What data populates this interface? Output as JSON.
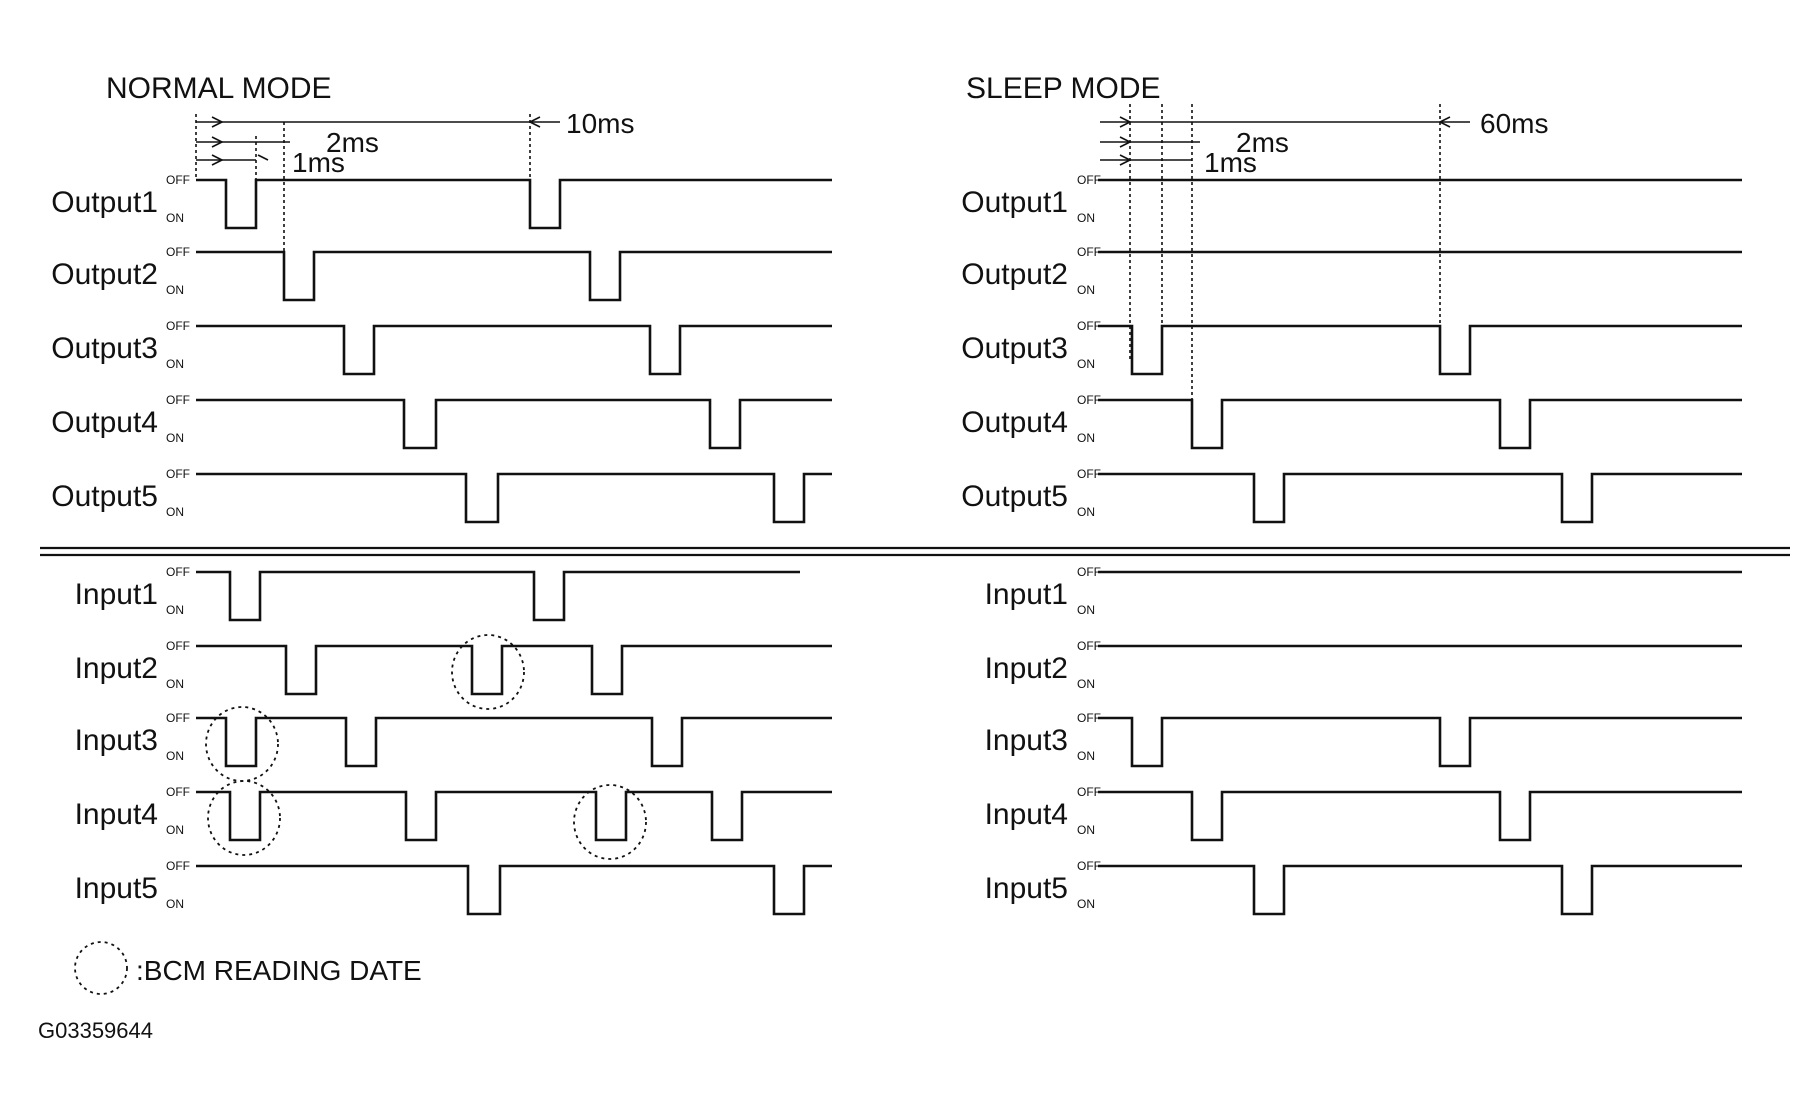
{
  "normal": {
    "title": "NORMAL MODE",
    "period": "10ms",
    "gap": "2ms",
    "width": "1ms",
    "outputs": [
      "Output1",
      "Output2",
      "Output3",
      "Output4",
      "Output5"
    ],
    "inputs": [
      "Input1",
      "Input2",
      "Input3",
      "Input4",
      "Input5"
    ]
  },
  "sleep": {
    "title": "SLEEP MODE",
    "period": "60ms",
    "gap": "2ms",
    "width": "1ms",
    "outputs": [
      "Output1",
      "Output2",
      "Output3",
      "Output4",
      "Output5"
    ],
    "inputs": [
      "Input1",
      "Input2",
      "Input3",
      "Input4",
      "Input5"
    ]
  },
  "levels": {
    "off": "OFF",
    "on": "ON"
  },
  "legend": {
    "text": ":BCM READING DATE"
  },
  "figure_id": "G03359644"
}
